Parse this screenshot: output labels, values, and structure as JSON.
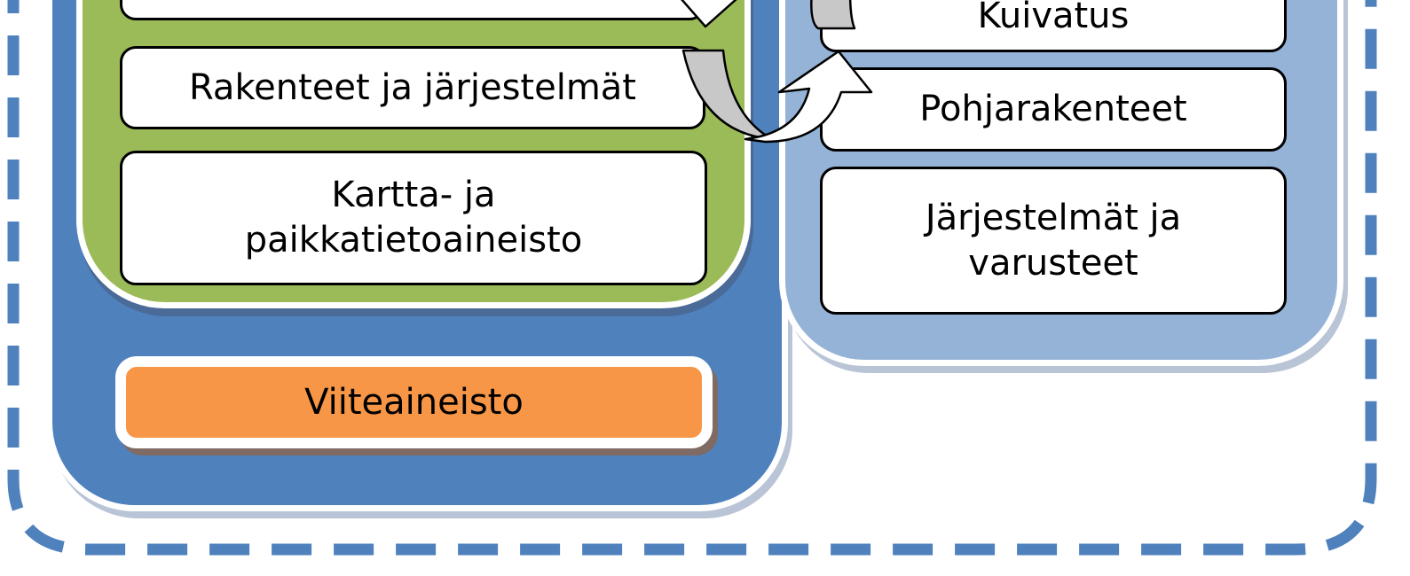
{
  "left_group": {
    "items": [
      {
        "label": ""
      },
      {
        "label": "Rakenteet ja järjestelmät"
      },
      {
        "label": "Kartta- ja\npaikkatietoaineisto"
      }
    ],
    "reference": {
      "label": "Viiteaineisto"
    }
  },
  "right_group": {
    "items": [
      {
        "label": "Kuivatus"
      },
      {
        "label": "Pohjarakenteet"
      },
      {
        "label": "Järjestelmät ja\nvarusteet"
      }
    ]
  },
  "colors": {
    "frame_dash": "#4f81bd",
    "left_panel": "#4f81bd",
    "green_panel": "#9bbb59",
    "right_panel": "#95b3d7",
    "reference_box": "#f79646",
    "arrow_fill": "#c8c8c8"
  }
}
